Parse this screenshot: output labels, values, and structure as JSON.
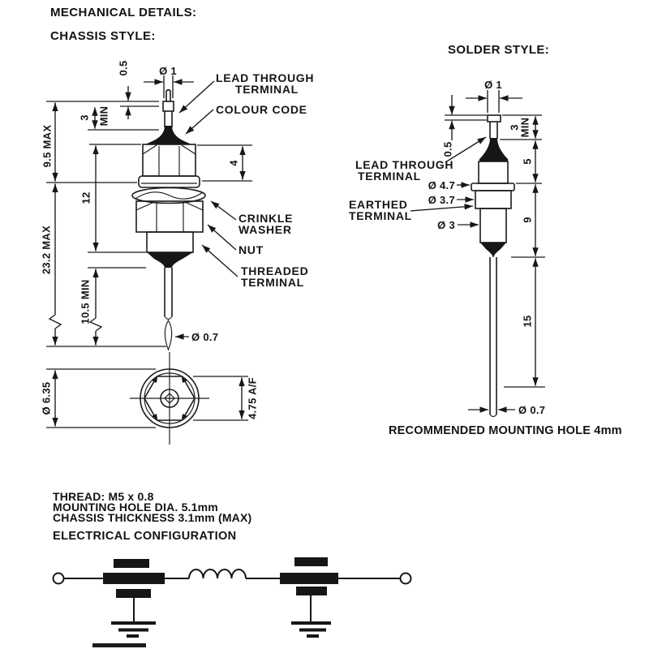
{
  "colors": {
    "ink": "#161616",
    "paper": "#ffffff"
  },
  "headings": {
    "mechanical_details": "MECHANICAL DETAILS:",
    "chassis_style": "CHASSIS STYLE:",
    "solder_style": "SOLDER STYLE:",
    "electrical_configuration": "ELECTRICAL CONFIGURATION"
  },
  "chassis": {
    "dims": {
      "pin_dia": "Ø 1",
      "pin_tip": "0.5",
      "pin_min_value": "3",
      "pin_min_qualifier": "MIN",
      "body_height_max": "9.5 MAX",
      "thread_section": "12",
      "overall_length_max": "23.2 MAX",
      "lead_length_min": "10.5 MIN",
      "hex_height": "4",
      "lead_dia": "Ø 0.7",
      "body_dia": "Ø 6.35",
      "across_flats": "4.75 A/F"
    },
    "callouts": {
      "lead_through_1": "LEAD THROUGH",
      "lead_through_2": "TERMINAL",
      "colour_code": "COLOUR CODE",
      "crinkle_washer_1": "CRINKLE",
      "crinkle_washer_2": "WASHER",
      "nut": "NUT",
      "threaded_terminal_1": "THREADED",
      "threaded_terminal_2": "TERMINAL"
    }
  },
  "solder": {
    "dims": {
      "pin_dia": "Ø 1",
      "pin_tip": "0.5",
      "pin_min_value": "3",
      "pin_min_qualifier": "MIN",
      "upper_body": "5",
      "lower_body": "9",
      "lead_length": "15",
      "flange_dia": "Ø 4.7",
      "case_dia": "Ø 3.7",
      "body_dia": "Ø 3",
      "lead_dia": "Ø 0.7"
    },
    "callouts": {
      "lead_through_1": "LEAD THROUGH",
      "lead_through_2": "TERMINAL",
      "earthed_1": "EARTHED",
      "earthed_2": "TERMINAL"
    },
    "caption": "RECOMMENDED MOUNTING HOLE 4mm"
  },
  "notes": {
    "thread": "THREAD: M5 x 0.8",
    "mounting_hole": "MOUNTING HOLE DIA. 5.1mm",
    "chassis_thickness": "CHASSIS THICKNESS 3.1mm (MAX)"
  }
}
